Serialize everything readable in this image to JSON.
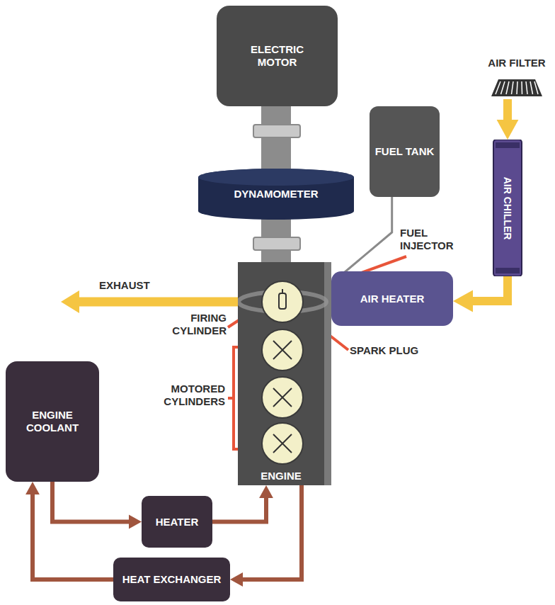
{
  "diagram": {
    "nodes": [
      {
        "text": [
          "ELECTRIC MOTOR"
        ]
      },
      {
        "text": [
          "DYNAMOMETER"
        ]
      },
      {
        "text": [
          "FUEL TANK"
        ]
      },
      {
        "text": [
          "AIR FILTER"
        ]
      },
      {
        "text": [
          "AIR CHILLER"
        ]
      },
      {
        "text": [
          "AIR HEATER"
        ]
      },
      {
        "text": [
          "ENGINE"
        ]
      },
      {
        "text": [
          "ENGINE COOLANT"
        ]
      },
      {
        "text": [
          "HEATER"
        ]
      },
      {
        "text": [
          "HEAT EXCHANGER"
        ]
      }
    ],
    "edges": [
      {
        "from": 0,
        "to": 1,
        "arrow": "none"
      },
      {
        "from": 1,
        "to": 6,
        "arrow": "none"
      },
      {
        "from": 2,
        "to": 6,
        "arrow": "none"
      },
      {
        "from": 3,
        "to": 4,
        "arrow": "to"
      },
      {
        "from": 4,
        "to": 5,
        "arrow": "to"
      },
      {
        "from": 7,
        "to": 8,
        "arrow": "to"
      },
      {
        "from": 8,
        "to": 6,
        "arrow": "to"
      },
      {
        "from": 6,
        "to": 9,
        "arrow": "to"
      },
      {
        "from": 9,
        "to": 7,
        "arrow": "to"
      }
    ],
    "labels": [
      "EXHAUST",
      "FUEL INJECTOR",
      "FIRING CYLINDER",
      "SPARK PLUG",
      "MOTORED CYLINDERS"
    ]
  }
}
